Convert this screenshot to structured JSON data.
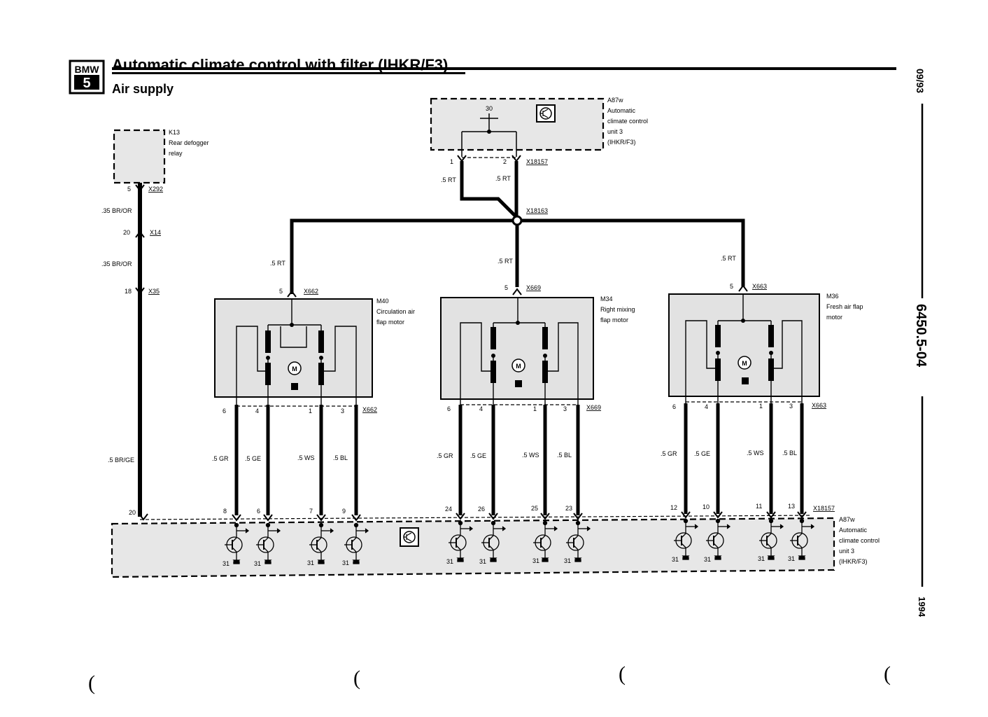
{
  "header": {
    "brand_top": "BMW",
    "brand_num": "5",
    "title": "Automatic climate control with filter (IHKR/F3)",
    "subtitle": "Air supply"
  },
  "side": {
    "date": "09/93",
    "doc_number": "6450.5-04",
    "year": "1994"
  },
  "components": {
    "k13": {
      "id": "K13",
      "line1": "Rear defogger",
      "line2": "relay"
    },
    "a87w_top": {
      "id": "A87w",
      "line1": "Automatic",
      "line2": "climate control",
      "line3": "unit 3",
      "line4": "(IHKR/F3)",
      "pin30": "30",
      "pin1": "1",
      "pin2": "2"
    },
    "m40": {
      "id": "M40",
      "line1": "Circulation air",
      "line2": "flap motor"
    },
    "m34": {
      "id": "M34",
      "line1": "Right mixing",
      "line2": "flap motor"
    },
    "m36": {
      "id": "M36",
      "line1": "Fresh air flap",
      "line2": "motor"
    },
    "a87w_bottom": {
      "id": "A87w",
      "line1": "Automatic",
      "line2": "climate control",
      "line3": "unit 3",
      "line4": "(IHKR/F3)"
    }
  },
  "connectors": {
    "x18157_top": "X18157",
    "x18163": "X18163",
    "x292": "X292",
    "x14": "X14",
    "x35": "X35",
    "x662_top": "X662",
    "x669_top": "X669",
    "x663_top": "X663",
    "x662_bottom": "X662",
    "x669_bottom": "X669",
    "x663_bottom": "X663",
    "x18157_bottom": "X18157"
  },
  "wires": {
    "rt": ".5 RT",
    "br_or": ".35 BR/OR",
    "br_ge": ".5 BR/GE",
    "gr": ".5 GR",
    "ge": ".5 GE",
    "ws": ".5 WS",
    "bl": ".5 BL"
  },
  "pins": {
    "p1": "1",
    "p2": "2",
    "p3": "3",
    "p4": "4",
    "p5": "5",
    "p6": "6",
    "p7": "7",
    "p8": "8",
    "p9": "9",
    "p10": "10",
    "p11": "11",
    "p12": "12",
    "p13": "13",
    "p18": "18",
    "p20": "20",
    "p23": "23",
    "p24": "24",
    "p25": "25",
    "p26": "26",
    "p31": "31",
    "motor": "M"
  },
  "motor_pins": {
    "m40": [
      "6",
      "4",
      "1",
      "3"
    ],
    "m34": [
      "6",
      "4",
      "1",
      "3"
    ],
    "m36": [
      "6",
      "4",
      "1",
      "3"
    ]
  },
  "unit_pins": {
    "m40": [
      "8",
      "6",
      "7",
      "9"
    ],
    "m34": [
      "24",
      "26",
      "25",
      "23"
    ],
    "m36": [
      "12",
      "10",
      "11",
      "13"
    ]
  }
}
